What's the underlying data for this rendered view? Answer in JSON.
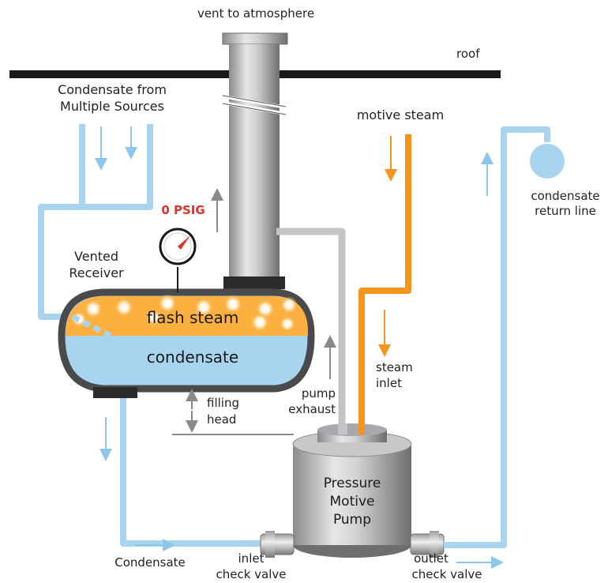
{
  "labels": {
    "vent": "vent to atmosphere",
    "roof": "roof",
    "condensate_sources_line1": "Condensate from",
    "condensate_sources_line2": "Multiple Sources",
    "motive_steam": "motive steam",
    "pressure_gauge": "0 PSIG",
    "vented_receiver_line1": "Vented",
    "vented_receiver_line2": "Receiver",
    "flash_steam": "flash steam",
    "condensate_tank": "condensate",
    "condensate_return_line1": "condensate",
    "condensate_return_line2": "return line",
    "steam_inlet_line1": "steam",
    "steam_inlet_line2": "inlet",
    "pump_exhaust_line1": "pump",
    "pump_exhaust_line2": "exhaust",
    "filling_head_line1": "filling",
    "filling_head_line2": "head",
    "pump_line1": "Pressure",
    "pump_line2": "Motive",
    "pump_line3": "Pump",
    "condensate_flow": "Condensate",
    "inlet_valve_line1": "inlet",
    "inlet_valve_line2": "check valve",
    "outlet_valve_line1": "outlet",
    "outlet_valve_line2": "check valve"
  },
  "colors": {
    "water_pipe": "#a8d4f0",
    "steam_pipe": "#f7941d",
    "flash_steam": "#fbb040",
    "condensate": "#a8d4f0",
    "gauge_label": "#e0312b",
    "exhaust_pipe": "#c4c4c6",
    "vessel_outline": "#4a4a4c"
  }
}
